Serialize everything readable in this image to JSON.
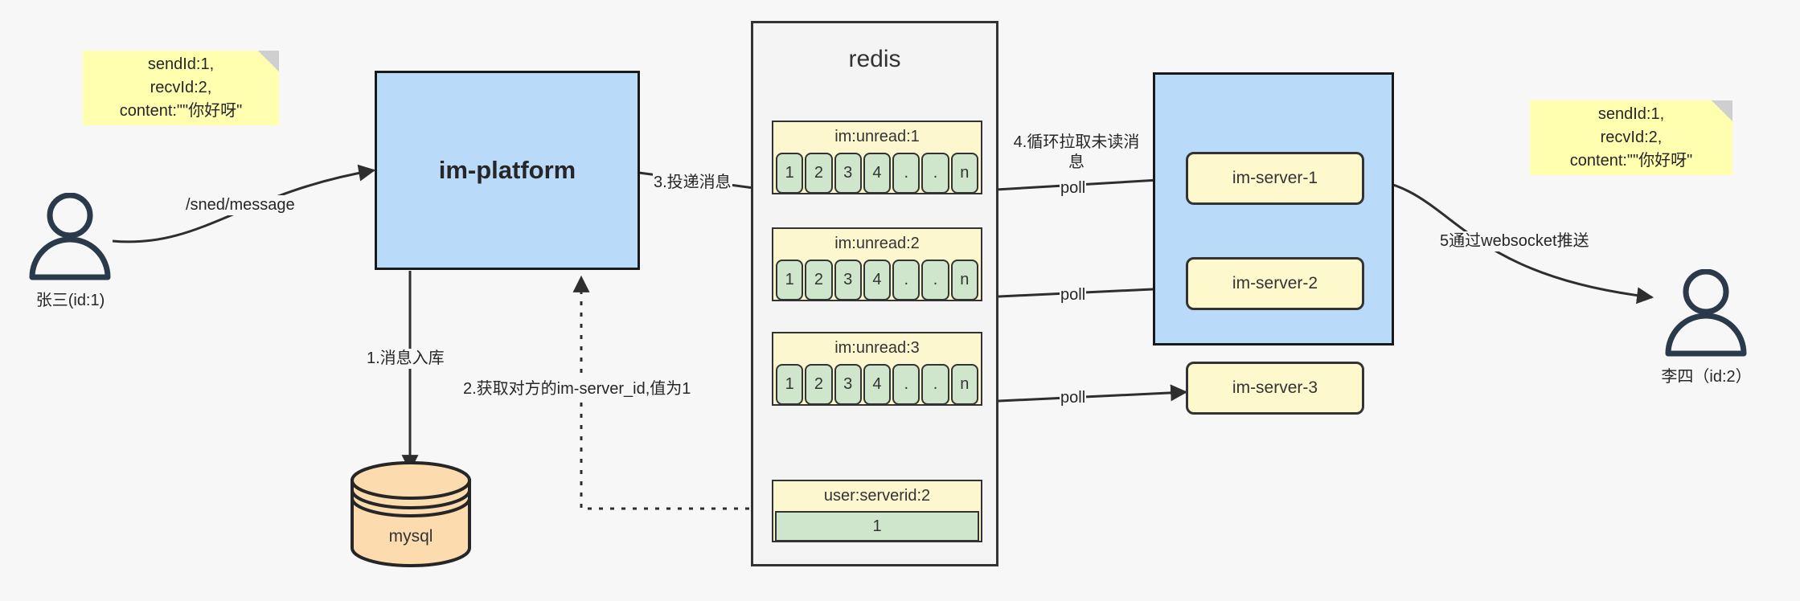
{
  "diagram": {
    "title": "IM message delivery architecture",
    "colors": {
      "background": "#f7f7f7",
      "blue_fill": "#badafa",
      "yellow_fill": "#fdf7cf",
      "green_fill": "#cfe6cd",
      "orange_fill": "#fcdcae",
      "sticky_fill": "#ffffaf",
      "stroke": "#333333"
    }
  },
  "sticky_notes": [
    {
      "name": "left",
      "text": "sendId:1,\nrecvId:2,\ncontent:\"\"你好呀\""
    },
    {
      "name": "right",
      "text": "sendId:1,\nrecvId:2,\ncontent:\"\"你好呀\""
    }
  ],
  "actors": [
    {
      "name": "sender",
      "label": "张三(id:1)"
    },
    {
      "name": "receiver",
      "label": "李四（id:2）"
    }
  ],
  "platform": {
    "label": "im-platform"
  },
  "database": {
    "label": "mysql"
  },
  "redis": {
    "title": "redis",
    "lists": [
      {
        "key": "im:unread:1",
        "cells": [
          "1",
          "2",
          "3",
          "4",
          ".",
          ".",
          "n"
        ]
      },
      {
        "key": "im:unread:2",
        "cells": [
          "1",
          "2",
          "3",
          "4",
          ".",
          ".",
          "n"
        ]
      },
      {
        "key": "im:unread:3",
        "cells": [
          "1",
          "2",
          "3",
          "4",
          ".",
          ".",
          "n"
        ]
      }
    ],
    "kv": {
      "key": "user:serverid:2",
      "value": "1"
    }
  },
  "server_cluster": {
    "servers": [
      {
        "label": "im-server-1"
      },
      {
        "label": "im-server-2"
      },
      {
        "label": "im-server-3"
      }
    ]
  },
  "edge_labels": {
    "send_message": "/sned/message",
    "step1": "1.消息入库",
    "step2": "2.获取对方的im-server_id,值为1",
    "step3": "3.投递消息",
    "step4": "4.循环拉取未读消\n息",
    "poll1": "poll",
    "poll2": "poll",
    "poll3": "poll",
    "step5": "5通过websocket推送"
  }
}
